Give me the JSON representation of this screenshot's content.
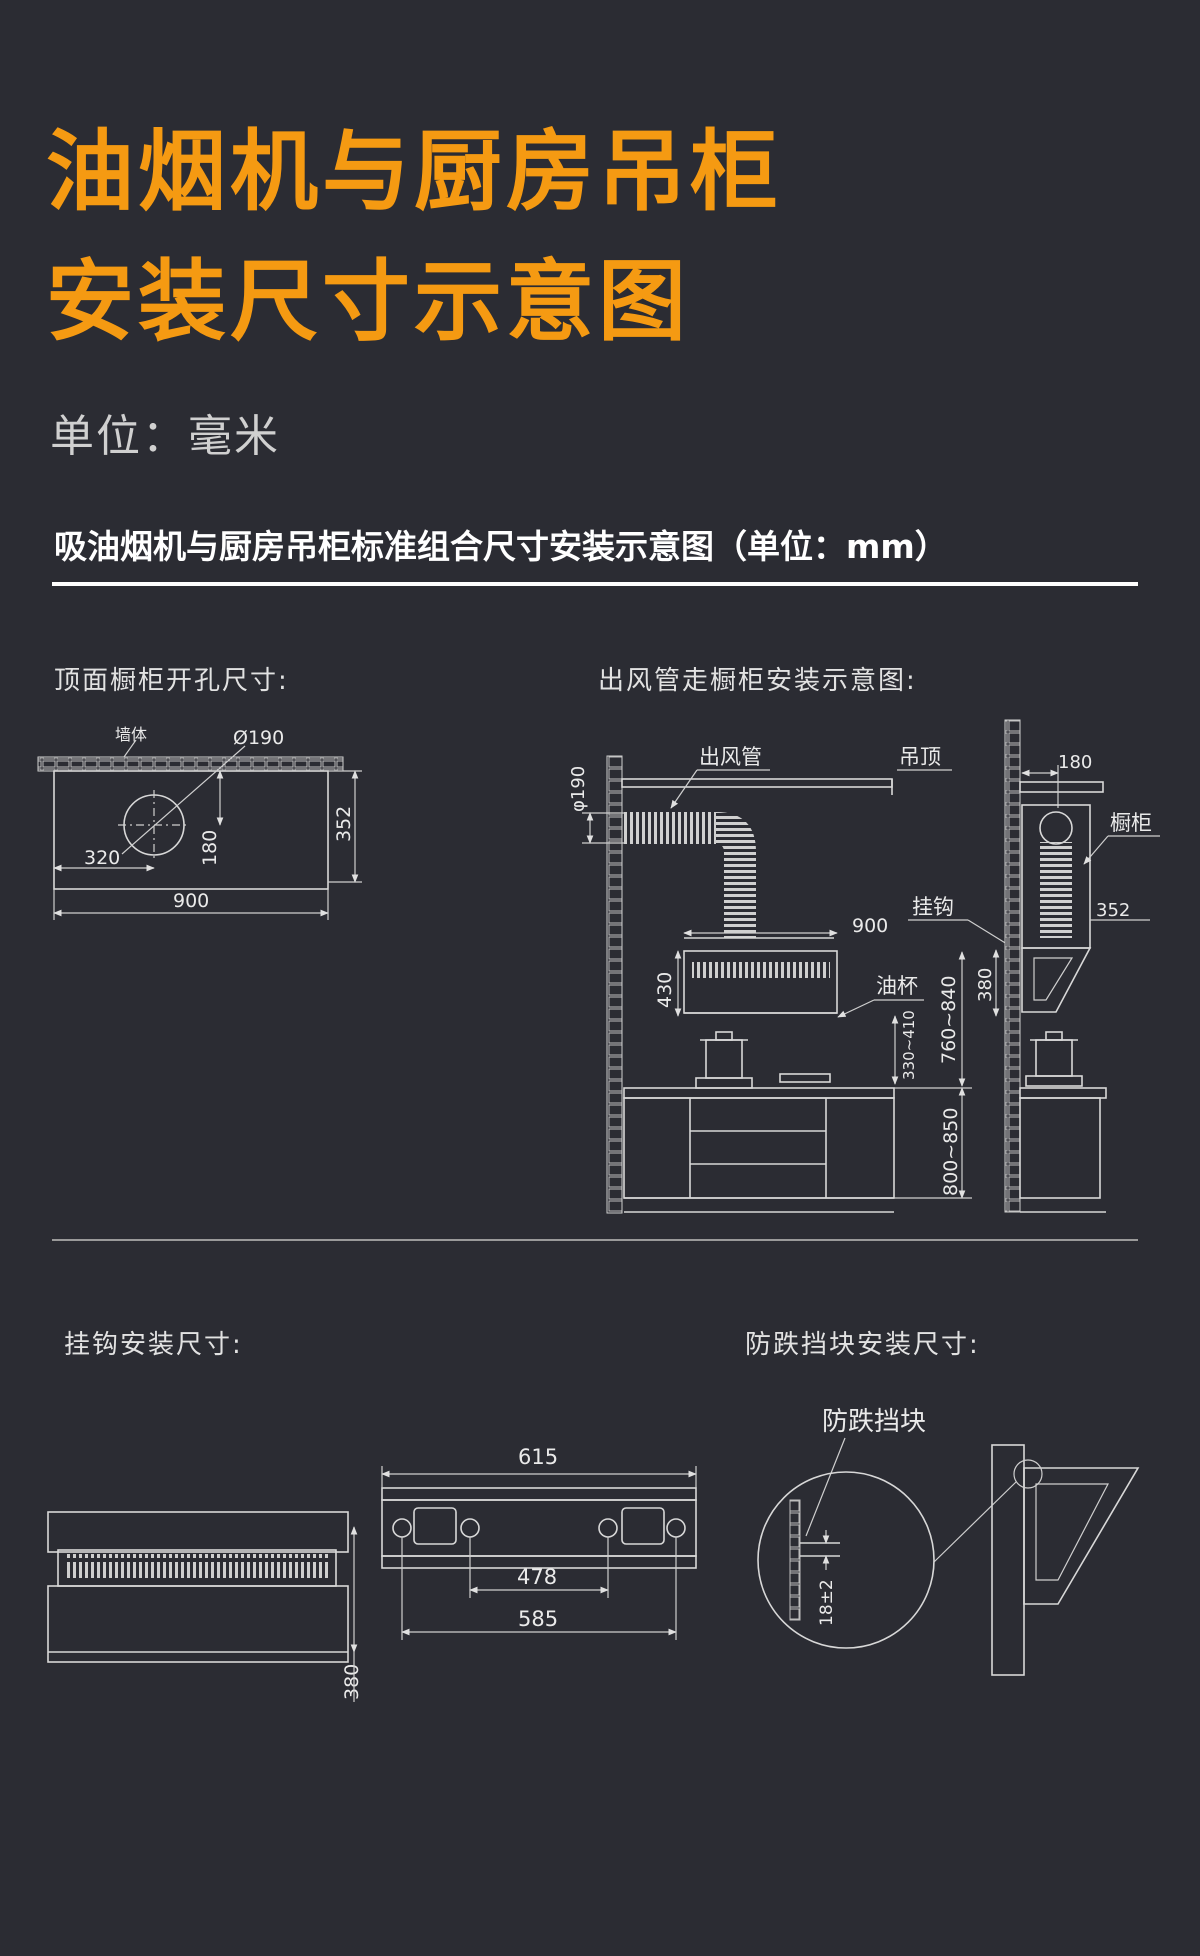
{
  "title_line1": "油烟机与厨房吊柜",
  "title_line2": "安装尺寸示意图",
  "unit_label": "单位：毫米",
  "subtitle": "吸油烟机与厨房吊柜标准组合尺寸安装示意图（单位：mm）",
  "sections": {
    "top_hole": "顶面橱柜开孔尺寸:",
    "duct": "出风管走橱柜安装示意图:",
    "hook": "挂钩安装尺寸:",
    "stopper": "防跌挡块安装尺寸:"
  },
  "top_hole": {
    "wall": "墙体",
    "diameter": "Ø190",
    "d320": "320",
    "d180": "180",
    "d352": "352",
    "d900": "900"
  },
  "duct": {
    "phi190": "φ190",
    "outlet_pipe": "出风管",
    "ceiling": "吊顶",
    "d180": "180",
    "cabinet": "橱柜",
    "hook": "挂钩",
    "d900": "900",
    "d352": "352",
    "d430": "430",
    "oil_cup": "油杯",
    "d380": "380",
    "d760_840": "760~840",
    "d330_410": "330~410",
    "d800_850": "800~850"
  },
  "hook": {
    "d615": "615",
    "d478": "478",
    "d585": "585",
    "d380": "380"
  },
  "stopper": {
    "label": "防跌挡块",
    "d18": "18±2"
  },
  "colors": {
    "accent": "#f59a12",
    "background": "#2b2c33",
    "line": "#d8d8d8"
  }
}
